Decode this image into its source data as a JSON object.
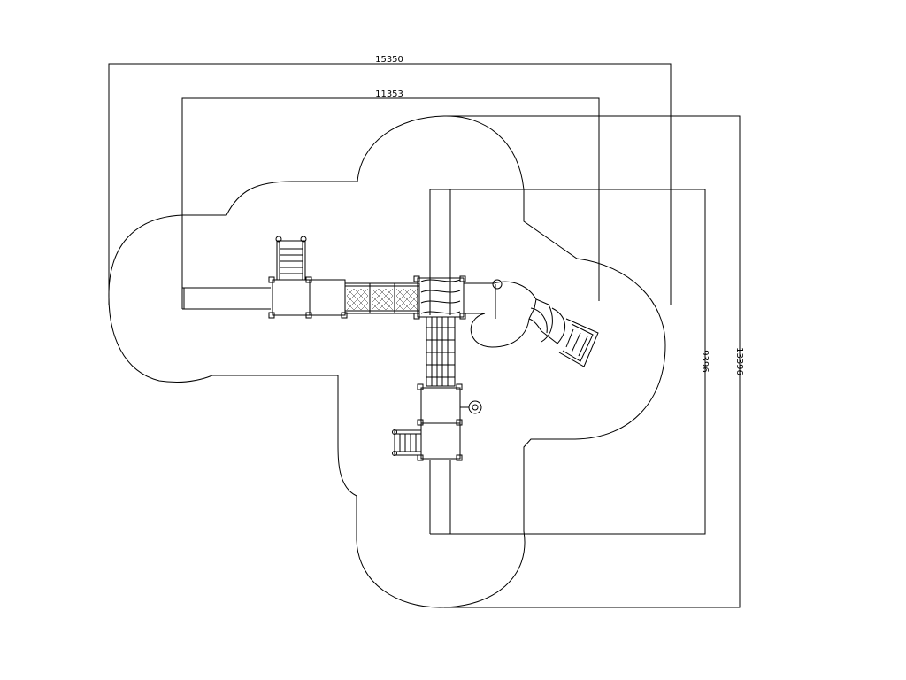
{
  "diagram": {
    "dimensions": {
      "overall_width": "15350",
      "inner_width": "11353",
      "inner_height": "9396",
      "overall_height": "13396"
    },
    "line_color": "#000000",
    "background": "#ffffff"
  }
}
